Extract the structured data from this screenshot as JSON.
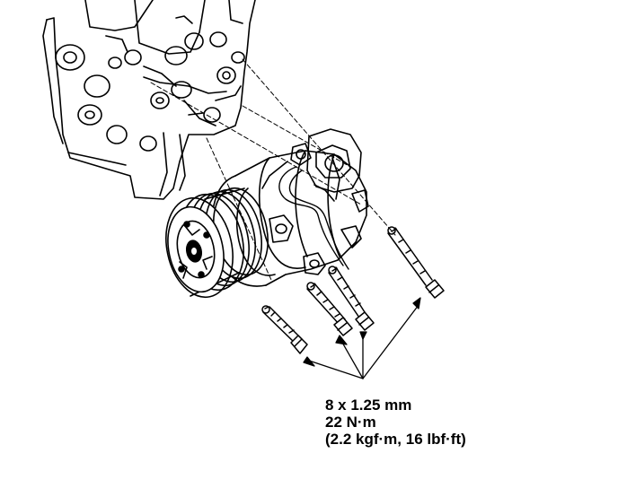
{
  "spec": {
    "bolt_size": "8 x 1.25 mm",
    "torque_nm": "22 N·m",
    "torque_alt": "(2.2 kgf·m, 16 lbf·ft)"
  },
  "colors": {
    "ink": "#000000",
    "paper": "#ffffff"
  }
}
